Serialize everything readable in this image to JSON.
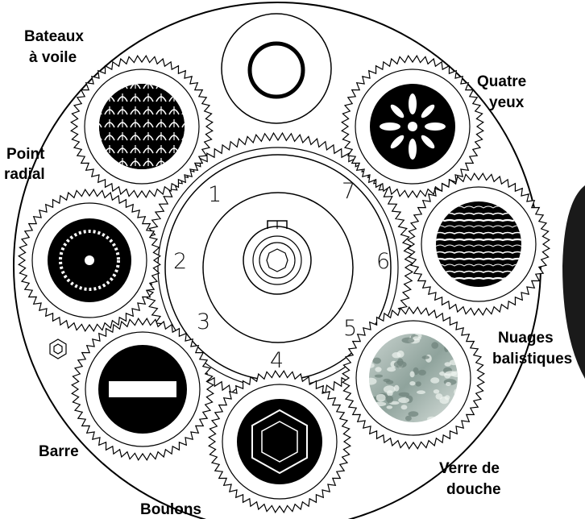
{
  "diagram": {
    "slot_numbers": [
      "1",
      "2",
      "3",
      "4",
      "5",
      "6",
      "7"
    ],
    "gobos": [
      {
        "id": "bateaux",
        "name_lines": [
          "Bateaux",
          "à voile"
        ],
        "pattern": "sailboat-tile"
      },
      {
        "id": "quatre",
        "name_lines": [
          "Quatre",
          "yeux"
        ],
        "pattern": "four-eyes"
      },
      {
        "id": "point",
        "name_lines": [
          "Point",
          "radial"
        ],
        "pattern": "radial-dot"
      },
      {
        "id": "nuages",
        "name_lines": [
          "Nuages",
          "balistiques"
        ],
        "pattern": "ballistic-clouds"
      },
      {
        "id": "barre",
        "name_lines": [
          "Barre"
        ],
        "pattern": "bar"
      },
      {
        "id": "verre",
        "name_lines": [
          "Verre de",
          "douche"
        ],
        "pattern": "shower-glass"
      },
      {
        "id": "boulons",
        "name_lines": [
          "Boulons"
        ],
        "pattern": "bolt-hexagon"
      }
    ],
    "open_slot_pattern": "open-ring",
    "colors": {
      "line": "#000000",
      "background": "#ffffff",
      "housing": "#1a1a1a"
    }
  }
}
